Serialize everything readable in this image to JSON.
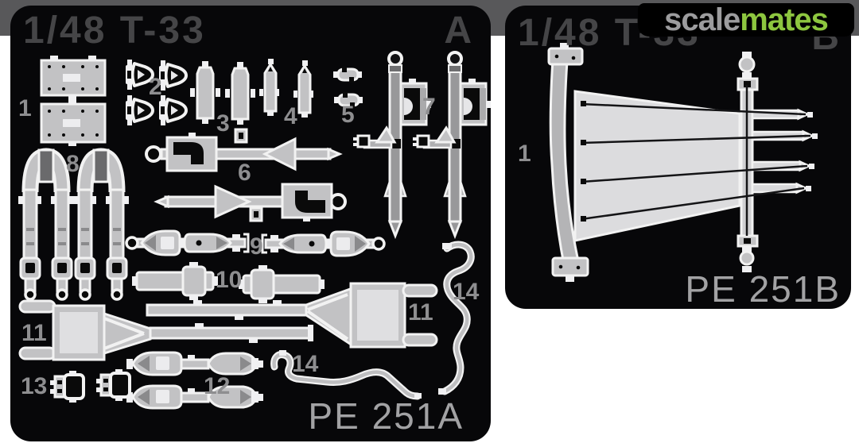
{
  "logo": {
    "text_scale": "scale",
    "text_mates": "mates",
    "color_scale": "#9c9c9e",
    "color_mates": "#8dc63f",
    "background": "#000000"
  },
  "fret_a": {
    "title": "1/48 T-33",
    "corner_letter": "A",
    "sheet_code": "PE 251A",
    "part_numbers": {
      "n1": "1",
      "n2": "2",
      "n3": "3",
      "n4": "4",
      "n5": "5",
      "n6": "6",
      "n7": "7",
      "n8": "8",
      "n9": "9",
      "n10": "10",
      "n11": "11",
      "n12": "12",
      "n13": "13",
      "n14": "14"
    }
  },
  "fret_b": {
    "title": "1/48 T-33",
    "corner_letter": "B",
    "sheet_code": "PE 251B",
    "part_numbers": {
      "n1": "1"
    }
  },
  "colors": {
    "page_background": "#ffffff",
    "top_band": "#58585a",
    "fret_background": "#070709",
    "part_fill": "#c2c2c4",
    "part_outline": "#f2f2f2",
    "part_dark_accent": "#8a8a8c",
    "part_number_color": "#8e8e90",
    "title_color": "#454547",
    "sheet_code_color": "#a2a2a4"
  }
}
